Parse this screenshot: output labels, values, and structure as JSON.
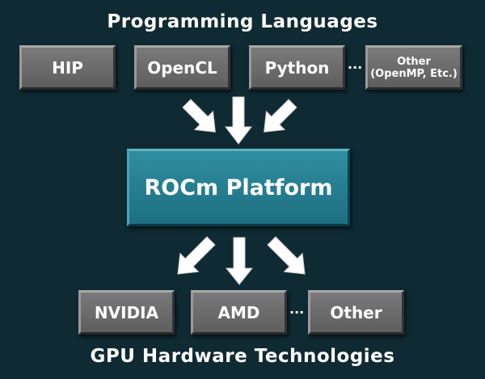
{
  "top_title": "Programming Languages",
  "languages": [
    "HIP",
    "OpenCL",
    "Python"
  ],
  "other_language": {
    "line1": "Other",
    "line2": "(OpenMP, Etc.)"
  },
  "ellipsis": "...",
  "platform": "ROCm Platform",
  "hardware": [
    "NVIDIA",
    "AMD",
    "Other"
  ],
  "bottom_title": "GPU Hardware Technologies",
  "colors": {
    "background": "#0f2a33",
    "box": "#6b6b6b",
    "platform": "#2580922",
    "text": "#ffffff"
  }
}
